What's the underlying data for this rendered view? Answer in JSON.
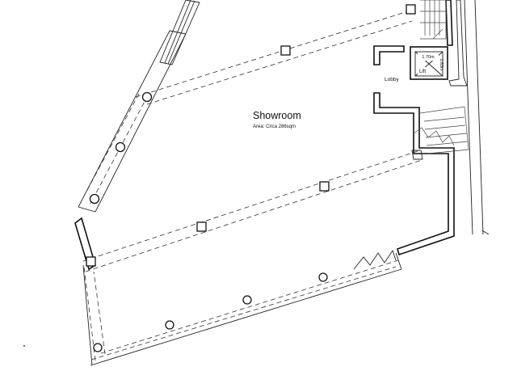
{
  "plan": {
    "room_name": "Showroom",
    "room_area": "Area: Circa 286sqm",
    "lobby_label": "Lobby",
    "lift_label": "Lift",
    "lift_width": "1.70m",
    "lift_depth": "1.63m"
  }
}
